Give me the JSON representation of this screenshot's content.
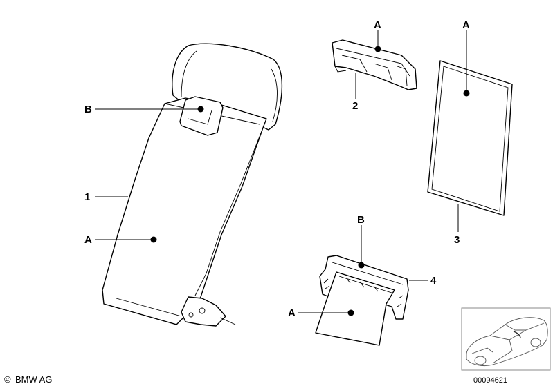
{
  "callouts": {
    "part1": "1",
    "part2": "2",
    "part3": "3",
    "part4": "4",
    "a_backrest": "A",
    "b_backrest": "B",
    "a_part2": "A",
    "a_part3": "A",
    "b_part4": "B",
    "a_part4": "A"
  },
  "footer": {
    "copyright_symbol": "©",
    "copyright": "BMW AG",
    "diagram_number": "00094621"
  }
}
